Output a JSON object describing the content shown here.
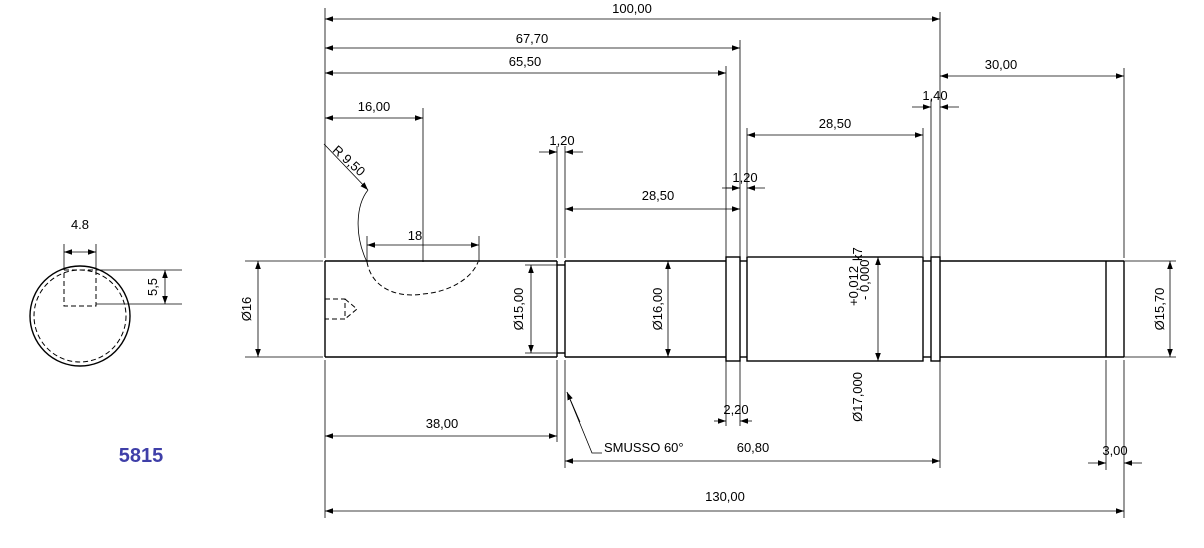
{
  "part_code": "5815",
  "section_view": {
    "key_width": "4.8",
    "key_depth": "5,5"
  },
  "dimensions": {
    "overall_100": "100,00",
    "d_67_70": "67,70",
    "d_65_50": "65,50",
    "d_30": "30,00",
    "d_1_40": "1,40",
    "d_16": "16,00",
    "d_28_50_right": "28,50",
    "d_1_20_left": "1,20",
    "d_1_20_mid": "1,20",
    "d_28_50_mid": "28,50",
    "radius": "R 9,50",
    "d_18": "18",
    "dia_16_left": "Ø16",
    "dia_15": "Ø15,00",
    "dia_16_mid": "Ø16,00",
    "dia_17": "Ø17,000",
    "tol_upper": "+0,012",
    "tol_lower": "- 0,000",
    "tol_class": "k7",
    "dia_15_70": "Ø15,70",
    "d_2_20": "2,20",
    "d_38": "38,00",
    "chamfer_note": "SMUSSO 60°",
    "d_60_80": "60,80",
    "d_3": "3,00",
    "overall_130": "130,00"
  }
}
